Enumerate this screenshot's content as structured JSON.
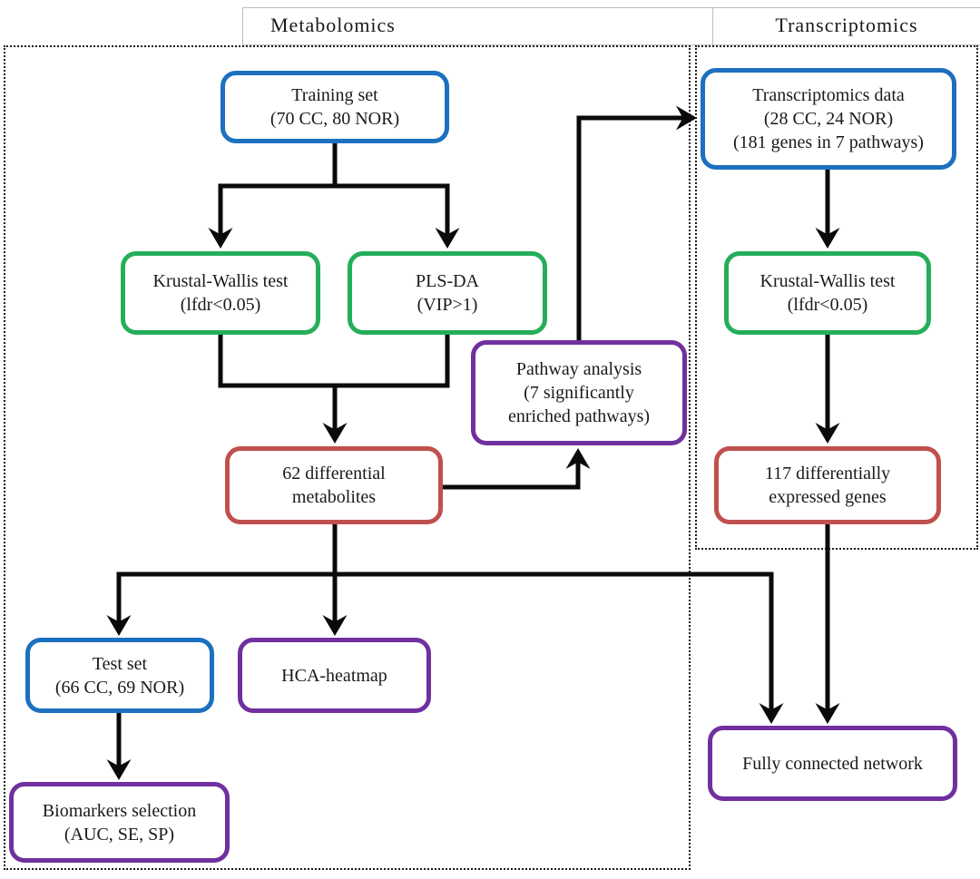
{
  "colors": {
    "blue": "#1d70bf",
    "green": "#25ae5a",
    "purple": "#7030a0",
    "red": "#c0504d",
    "arrow": "#0a0a0a",
    "panel_border": "#1a1a1a",
    "header_border": "#bdbdbd",
    "text": "#1a1a1a"
  },
  "headers": {
    "metabolomics": "Metabolomics",
    "transcriptomics": "Transcriptomics"
  },
  "nodes": {
    "training_set": {
      "color": "blue",
      "lines": [
        "Training set",
        "(70 CC, 80 NOR)"
      ]
    },
    "kw_metab": {
      "color": "green",
      "lines": [
        "Krustal-Wallis test",
        "(lfdr<0.05)"
      ]
    },
    "plsda": {
      "color": "green",
      "lines": [
        "PLS-DA",
        "(VIP>1)"
      ]
    },
    "pathway": {
      "color": "purple",
      "lines": [
        "Pathway analysis",
        "(7 significantly",
        "enriched pathways)"
      ]
    },
    "metabolites": {
      "color": "red",
      "lines": [
        "62 differential",
        "metabolites"
      ]
    },
    "transcriptomics_data": {
      "color": "blue",
      "lines": [
        "Transcriptomics data",
        "(28 CC, 24 NOR)",
        "(181 genes in 7 pathways)"
      ]
    },
    "kw_trans": {
      "color": "green",
      "lines": [
        "Krustal-Wallis test",
        "(lfdr<0.05)"
      ]
    },
    "deg": {
      "color": "red",
      "lines": [
        "117 differentially",
        "expressed genes"
      ]
    },
    "test_set": {
      "color": "blue",
      "lines": [
        "Test set",
        "(66 CC, 69 NOR)"
      ]
    },
    "hca": {
      "color": "purple",
      "lines": [
        "HCA-heatmap"
      ]
    },
    "biomarkers": {
      "color": "purple",
      "lines": [
        "Biomarkers selection",
        "(AUC, SE, SP)"
      ]
    },
    "network": {
      "color": "purple",
      "lines": [
        "Fully connected network"
      ]
    }
  }
}
